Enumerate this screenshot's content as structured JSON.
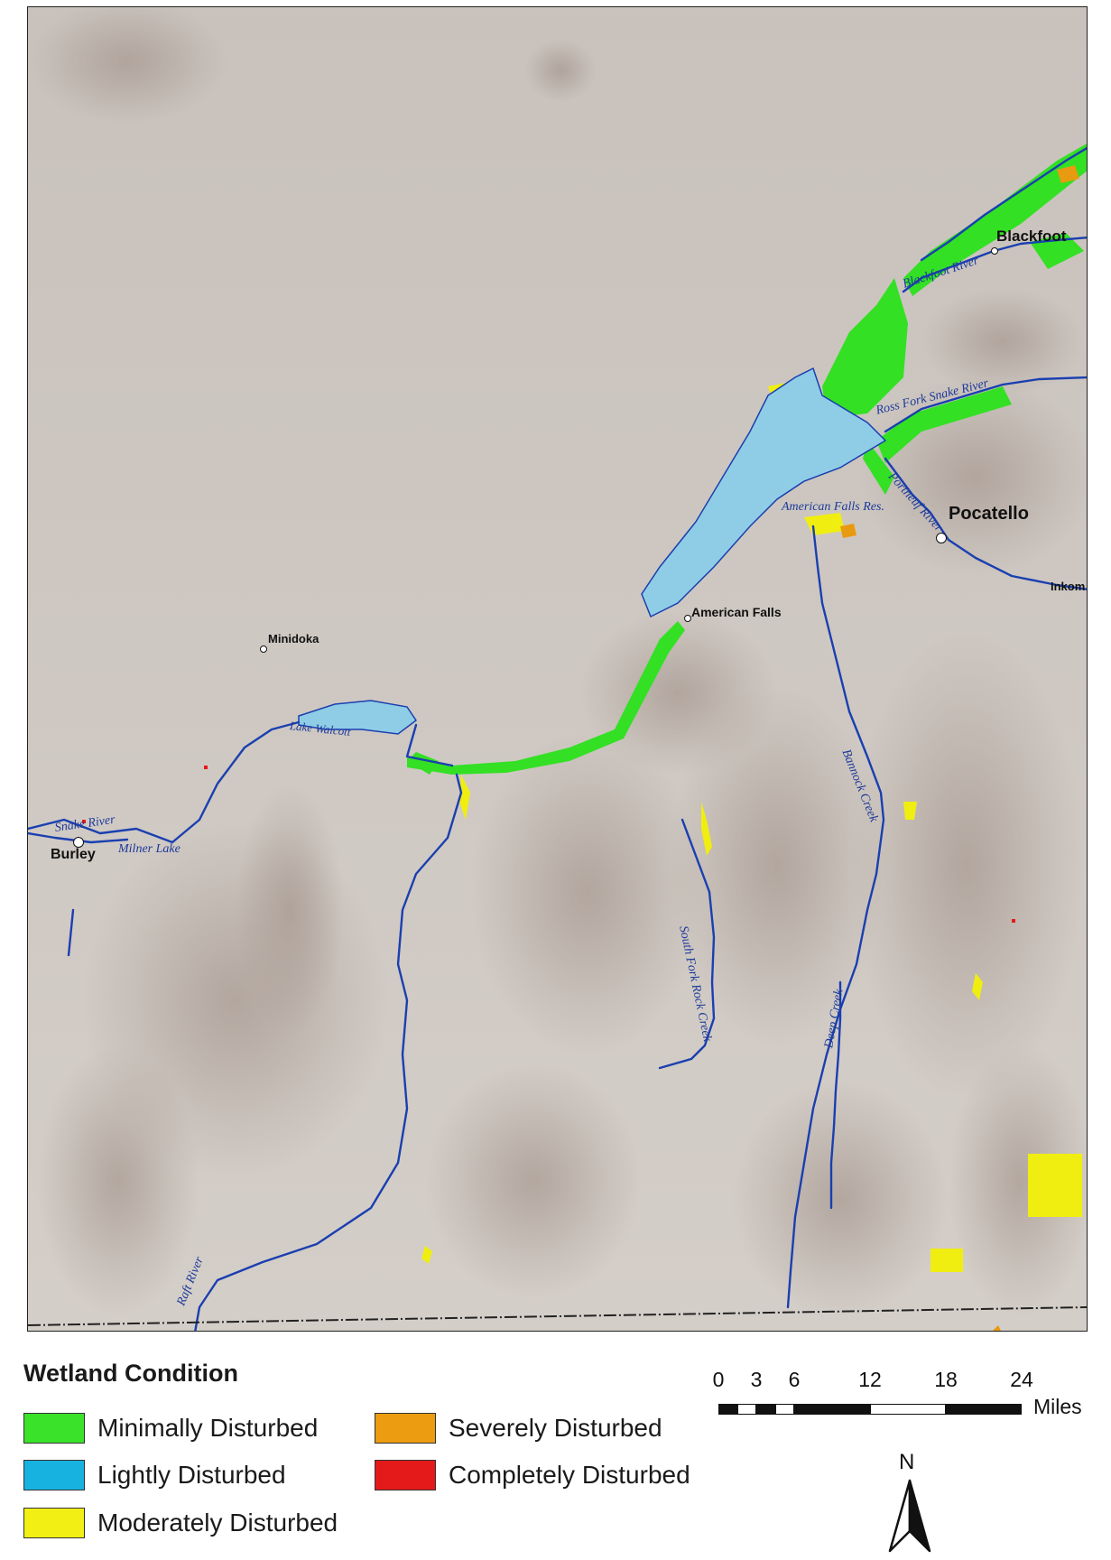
{
  "map": {
    "cities": [
      {
        "name": "Blackfoot",
        "key": "blackfoot"
      },
      {
        "name": "Pocatello",
        "key": "pocatello"
      },
      {
        "name": "Inkom",
        "key": "inkom"
      },
      {
        "name": "American Falls",
        "key": "american-falls"
      },
      {
        "name": "Minidoka",
        "key": "minidoka"
      },
      {
        "name": "Burley",
        "key": "burley"
      }
    ],
    "water_features": [
      {
        "name": "Blackfoot River",
        "key": "blackfoot-river"
      },
      {
        "name": "Ross Fork Snake River",
        "key": "ross-fork-snake-river"
      },
      {
        "name": "Portneuf River",
        "key": "portneuf-river"
      },
      {
        "name": "American Falls Res.",
        "key": "american-falls-res"
      },
      {
        "name": "Lake Walcott",
        "key": "lake-walcott"
      },
      {
        "name": "Snake River",
        "key": "snake-river"
      },
      {
        "name": "Milner Lake",
        "key": "milner-lake"
      },
      {
        "name": "Bannock Creek",
        "key": "bannock-creek"
      },
      {
        "name": "South Fork Rock Creek",
        "key": "south-fork-rock-creek"
      },
      {
        "name": "Deep Creek",
        "key": "deep-creek"
      },
      {
        "name": "Raft River",
        "key": "raft-river"
      }
    ],
    "colors": {
      "terrain": "#d2ccc6",
      "water": "#8fcde6",
      "river": "#1a3fb0",
      "minimal": "#33e024",
      "light": "#1aa8d8",
      "moderate": "#f0ee10",
      "severe": "#e89a10",
      "complete": "#e81818"
    }
  },
  "legend": {
    "title": "Wetland Condition",
    "items": [
      {
        "label": "Minimally Disturbed",
        "color": "#3ae22a"
      },
      {
        "label": "Lightly Disturbed",
        "color": "#18b2e0"
      },
      {
        "label": "Moderately Disturbed",
        "color": "#f2ef14"
      },
      {
        "label": "Severely Disturbed",
        "color": "#eb9c10"
      },
      {
        "label": "Completely Disturbed",
        "color": "#e41a1a"
      }
    ]
  },
  "scale": {
    "ticks": [
      "0",
      "3",
      "6",
      "12",
      "18",
      "24"
    ],
    "unit": "Miles"
  },
  "north": {
    "letter": "N"
  }
}
